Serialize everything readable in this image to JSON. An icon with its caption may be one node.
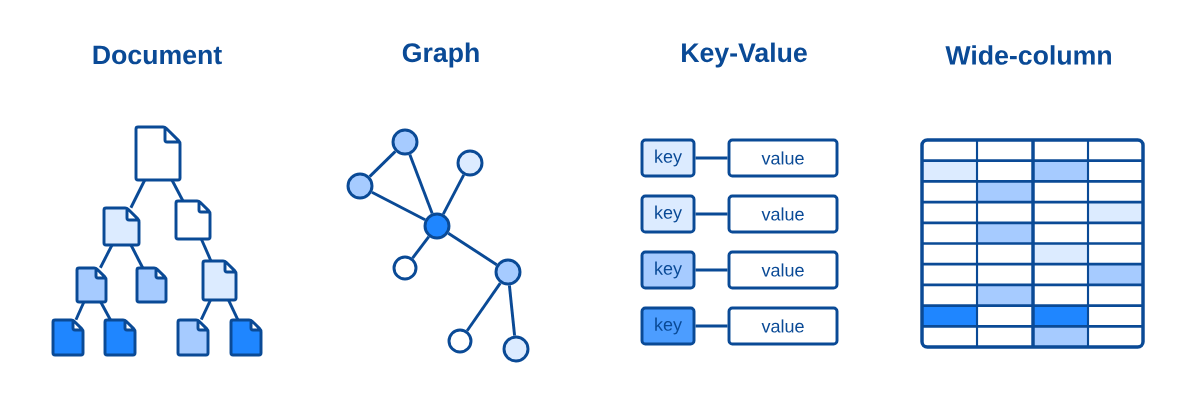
{
  "diagram": {
    "nodes": [
      {
        "text": [],
        "shape": "document"
      },
      {
        "text": [],
        "shape": "document"
      },
      {
        "text": [],
        "shape": "document"
      },
      {
        "text": [],
        "shape": "document"
      },
      {
        "text": [],
        "shape": "document"
      },
      {
        "text": [],
        "shape": "document"
      },
      {
        "text": [],
        "shape": "document"
      },
      {
        "text": [],
        "shape": "document"
      },
      {
        "text": [],
        "shape": "document"
      },
      {
        "text": [],
        "shape": "document"
      },
      {
        "text": [],
        "shape": "circle"
      },
      {
        "text": [],
        "shape": "circle"
      },
      {
        "text": [],
        "shape": "circle"
      },
      {
        "text": [],
        "shape": "circle"
      },
      {
        "text": [],
        "shape": "circle"
      },
      {
        "text": [],
        "shape": "circle"
      },
      {
        "text": [],
        "shape": "circle"
      },
      {
        "text": [],
        "shape": "circle"
      },
      {
        "text": [
          "key"
        ]
      },
      {
        "text": [
          "value"
        ]
      },
      {
        "text": [
          "key"
        ]
      },
      {
        "text": [
          "value"
        ]
      },
      {
        "text": [
          "key"
        ]
      },
      {
        "text": [
          "value"
        ]
      },
      {
        "text": [
          "key"
        ]
      },
      {
        "text": [
          "value"
        ]
      }
    ],
    "edges": [
      {
        "from": 0,
        "to": 1,
        "arrow": "none"
      },
      {
        "from": 0,
        "to": 2,
        "arrow": "none"
      },
      {
        "from": 1,
        "to": 3,
        "arrow": "none"
      },
      {
        "from": 1,
        "to": 4,
        "arrow": "none"
      },
      {
        "from": 2,
        "to": 5,
        "arrow": "none"
      },
      {
        "from": 3,
        "to": 6,
        "arrow": "none"
      },
      {
        "from": 3,
        "to": 7,
        "arrow": "none"
      },
      {
        "from": 5,
        "to": 8,
        "arrow": "none"
      },
      {
        "from": 5,
        "to": 9,
        "arrow": "none"
      },
      {
        "from": 10,
        "to": 12,
        "arrow": "none"
      },
      {
        "from": 10,
        "to": 13,
        "arrow": "none"
      },
      {
        "from": 12,
        "to": 13,
        "arrow": "none"
      },
      {
        "from": 11,
        "to": 13,
        "arrow": "none"
      },
      {
        "from": 13,
        "to": 14,
        "arrow": "none"
      },
      {
        "from": 13,
        "to": 15,
        "arrow": "none"
      },
      {
        "from": 15,
        "to": 16,
        "arrow": "none"
      },
      {
        "from": 15,
        "to": 17,
        "arrow": "none"
      },
      {
        "from": 18,
        "to": 19,
        "arrow": "none"
      },
      {
        "from": 20,
        "to": 21,
        "arrow": "none"
      },
      {
        "from": 22,
        "to": 23,
        "arrow": "none"
      },
      {
        "from": 24,
        "to": 25,
        "arrow": "none"
      }
    ],
    "labels": [
      "Document",
      "Graph",
      "Key-Value",
      "Wide-column"
    ]
  }
}
